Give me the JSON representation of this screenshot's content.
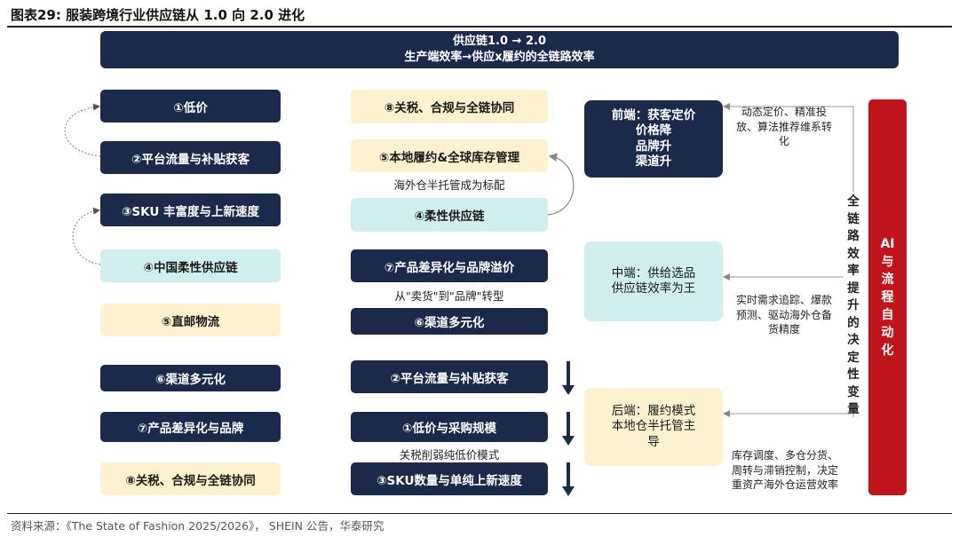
{
  "figure_title": "图表29:  服装跨境行业供应链从 1.0 向 2.0 进化",
  "banner": {
    "line1": "供应链1.0 → 2.0",
    "line2": "生产端效率→供应x履约的全链路效率"
  },
  "left_column": [
    {
      "label": "①低价",
      "style": "navy"
    },
    {
      "label": "②平台流量与补贴获客",
      "style": "navy"
    },
    {
      "label": "③SKU 丰富度与上新速度",
      "style": "navy"
    },
    {
      "label": "④中国柔性供应链",
      "style": "mint"
    },
    {
      "label": "⑤直邮物流",
      "style": "cream"
    },
    {
      "label": "⑥渠道多元化",
      "style": "navy"
    },
    {
      "label": "⑦产品差异化与品牌",
      "style": "navy"
    },
    {
      "label": "⑧关税、合规与全链协同",
      "style": "cream"
    }
  ],
  "middle_column": [
    {
      "label": "⑧关税、合规与全链协同",
      "style": "cream"
    },
    {
      "label": "⑤本地履约&全球库存管理",
      "style": "cream"
    },
    {
      "label": "④柔性供应链",
      "style": "mint"
    },
    {
      "label": "⑦产品差异化与品牌溢价",
      "style": "navy"
    },
    {
      "label": "⑥渠道多元化",
      "style": "navy"
    },
    {
      "label": "②平台流量与补贴获客",
      "style": "navy"
    },
    {
      "label": "①低价与采购规模",
      "style": "navy"
    },
    {
      "label": "③SKU数量与单纯上新速度",
      "style": "navy"
    }
  ],
  "middle_notes": {
    "overseas": "海外仓半托管成为标配",
    "brand_shift": "从\"卖货\"到\"品牌\"转型",
    "tariff": "关税削弱纯低价模式"
  },
  "right_blocks": {
    "front": {
      "lines": [
        "前端：获客定价",
        "价格降",
        "品牌升",
        "渠道升"
      ],
      "desc": [
        "动态定价、精准投",
        "放、算法推荐维系转",
        "化"
      ]
    },
    "middle": {
      "lines": [
        "中端：供给选品",
        "供应链效率为王"
      ],
      "desc": [
        "实时需求追踪、爆款",
        "预测、驱动海外仓备",
        "货精度"
      ]
    },
    "back": {
      "lines": [
        "后端：履约模式",
        "本地仓半托管主",
        "导"
      ],
      "desc": [
        "库存调度、多仓分货、",
        "周转与滞销控制，决定",
        "重资产海外仓运营效率"
      ]
    }
  },
  "vertical_text": [
    "全",
    "链",
    "路",
    "效",
    "率",
    "提",
    "升",
    "的",
    "决",
    "定",
    "性",
    "变",
    "量"
  ],
  "red_bar": {
    "top": "AI",
    "chars": [
      "与",
      "流",
      "程",
      "自",
      "动",
      "化"
    ]
  },
  "source": "资料来源：《The State of Fashion 2025/2026》， SHEIN 公告，华泰研究",
  "colors": {
    "navy": "#1b2a4a",
    "cream": "#fdf1cf",
    "mint": "#cfeeed",
    "red": "#c0141b",
    "front_box": "#1b2a4a",
    "middle_box": "#cfeeed",
    "back_box": "#fdf1cf"
  }
}
